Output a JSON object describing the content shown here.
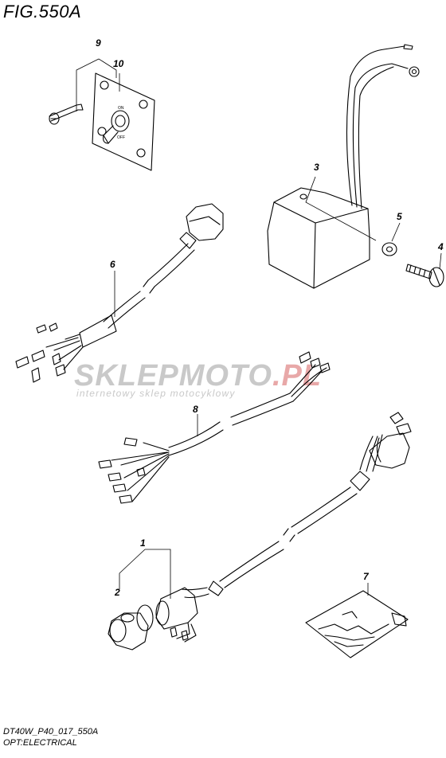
{
  "figure": {
    "title": "FIG.550A",
    "footer_line1": "DT40W_P40_017_550A",
    "footer_line2": "OPT:ELECTRICAL"
  },
  "watermark": {
    "brand_part1": "SKLEPMOTO",
    "brand_part2": ".PL",
    "tagline": "internetowy sklep motocyklowy",
    "color_gray": "#c9c9c9",
    "color_red": "#e8a8a8"
  },
  "switch_labels": {
    "on": "ON",
    "off": "OFF"
  },
  "callouts": [
    "1",
    "2",
    "3",
    "4",
    "5",
    "6",
    "7",
    "8",
    "9",
    "10"
  ]
}
